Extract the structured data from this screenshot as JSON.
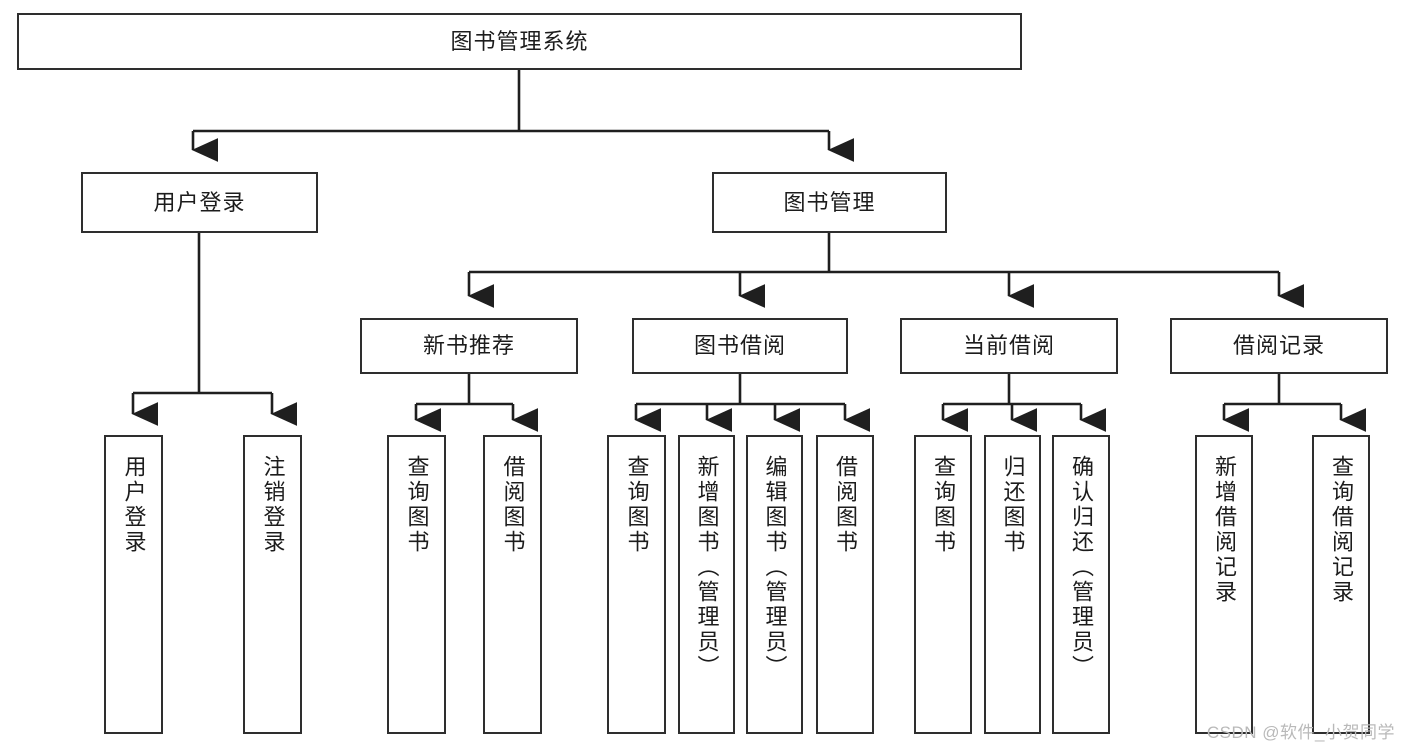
{
  "diagram": {
    "title_node": {
      "label": "图书管理系统"
    },
    "level2": [
      {
        "label": "用户登录"
      },
      {
        "label": "图书管理"
      }
    ],
    "level3": [
      {
        "label": "新书推荐"
      },
      {
        "label": "图书借阅"
      },
      {
        "label": "当前借阅"
      },
      {
        "label": "借阅记录"
      }
    ],
    "leaves": {
      "user_login": [
        {
          "label": "用户登录"
        },
        {
          "label": "注销登录"
        }
      ],
      "new_book_recommend": [
        {
          "label": "查询图书"
        },
        {
          "label": "借阅图书"
        }
      ],
      "book_borrow": [
        {
          "label": "查询图书"
        },
        {
          "label": "新增图书（管理员）"
        },
        {
          "label": "编辑图书（管理员）"
        },
        {
          "label": "借阅图书"
        }
      ],
      "current_borrow": [
        {
          "label": "查询图书"
        },
        {
          "label": "归还图书"
        },
        {
          "label": "确认归还（管理员）"
        }
      ],
      "borrow_record": [
        {
          "label": "新增借阅记录"
        },
        {
          "label": "查询借阅记录"
        }
      ]
    }
  },
  "watermark": {
    "text": "CSDN @软件_小贺同学"
  },
  "colors": {
    "box_border": "#2e2e2e",
    "line": "#1f1f1f",
    "text": "#1c1c1c",
    "background": "#ffffff",
    "watermark": "#b9b9b9"
  }
}
